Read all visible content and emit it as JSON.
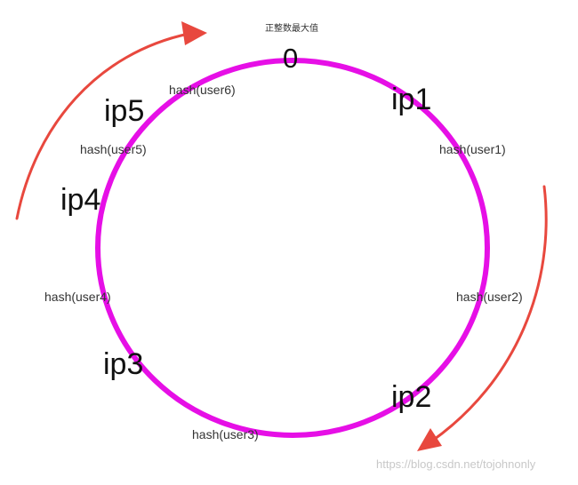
{
  "diagram": {
    "top_note": "正整数最大值",
    "origin_label": "0",
    "nodes": [
      "ip1",
      "ip2",
      "ip3",
      "ip4",
      "ip5"
    ],
    "hashes": [
      "hash(user1)",
      "hash(user2)",
      "hash(user3)",
      "hash(user4)",
      "hash(user5)",
      "hash(user6)"
    ],
    "ring_color": "#e60fe6",
    "arrow_color": "#e8483e"
  },
  "watermark": "https://blog.csdn.net/tojohnonly"
}
